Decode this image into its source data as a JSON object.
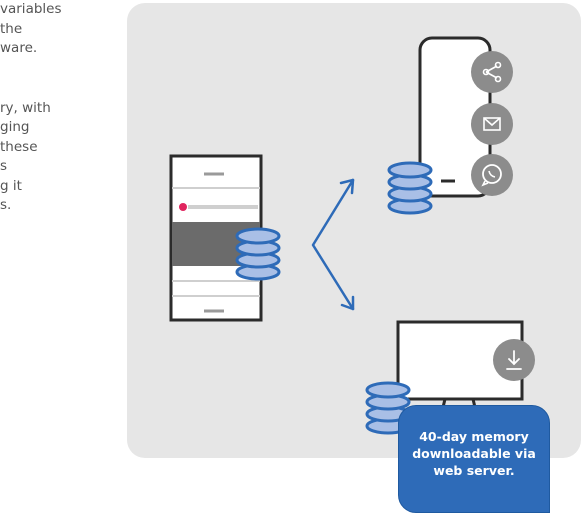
{
  "intro_text": {
    "lines_a": [
      "variables",
      "the",
      "ware."
    ],
    "lines_b": [
      "ry, with",
      "ging",
      "these",
      "s",
      "g it",
      "s."
    ]
  },
  "callout": {
    "lines": [
      "40-day memory",
      "downloadable via",
      "web server."
    ]
  },
  "icons": {
    "share": "share-icon",
    "mail": "mail-icon",
    "whatsapp": "whatsapp-icon",
    "download": "download-icon",
    "database": "database-icon"
  },
  "colors": {
    "panel": "#e6e6e6",
    "accent_blue": "#2e6bb8",
    "database_fill": "#a9bfe6",
    "icon_circle": "#8c8c8c",
    "device_outline": "#2b2b2b",
    "server_band": "#6b6b6b",
    "indicator": "#e0245e"
  }
}
